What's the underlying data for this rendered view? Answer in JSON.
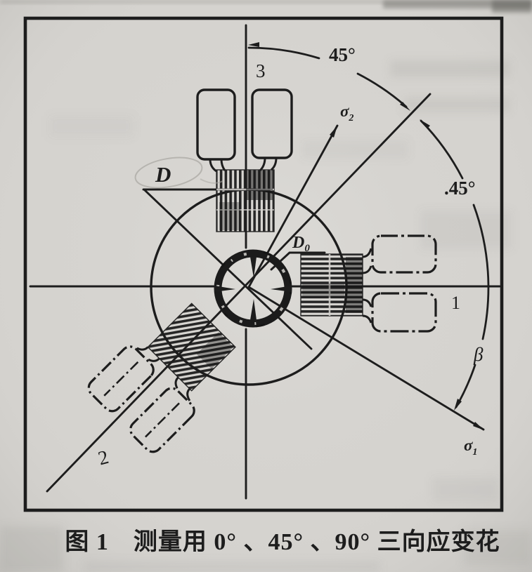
{
  "figure_caption": "图 1　测量用 0° 、45° 、90° 三向应变花",
  "labels": {
    "gauge_1": "1",
    "gauge_2": "2",
    "gauge_3": "3",
    "angle_upper": "45°",
    "angle_lower": ".45°",
    "angle_beta": "β",
    "sigma": "σ",
    "sigma_1_sub": "1",
    "sigma_2_sub": "2",
    "diameter_outer": "D",
    "diameter_hole": "D",
    "diameter_hole_sub": "0"
  },
  "colors": {
    "ink": "#1d1d1d",
    "paper": "#d5d3cf"
  }
}
